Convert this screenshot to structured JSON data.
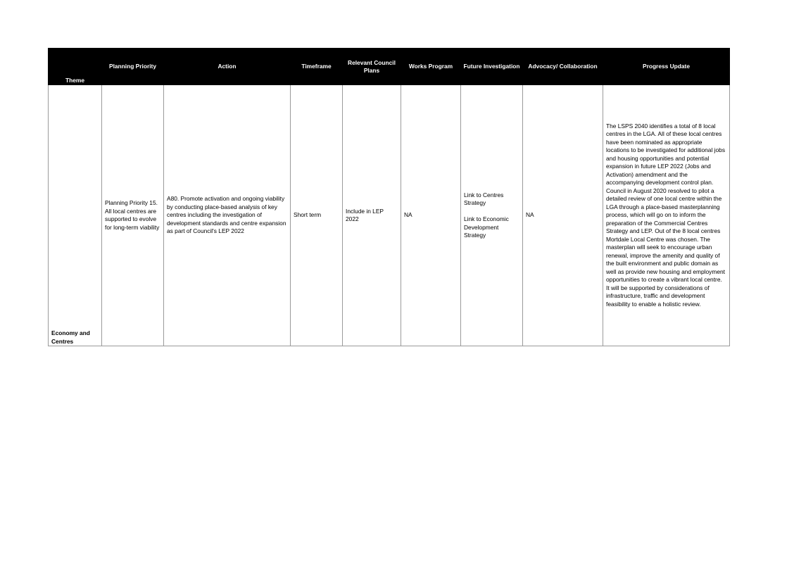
{
  "table": {
    "headers": {
      "theme": "Theme",
      "planning_priority": "Planning Priority",
      "action": "Action",
      "timeframe": "Timeframe",
      "relevant_council_plans": "Relevant Council Plans",
      "works_program": "Works Program",
      "future_investigation": "Future Investigation",
      "advocacy_collaboration": "Advocacy/ Collaboration",
      "progress_update": "Progress Update"
    },
    "rows": [
      {
        "theme": "Economy and Centres",
        "planning_priority": "Planning Priority 15. All local centres are supported to evolve for long-term viability",
        "action": "A80. Promote activation and ongoing viability by conducting place-based analysis of key centres including the investigation of development standards and centre expansion as part of Council's LEP 2022",
        "timeframe": "Short term",
        "relevant_council_plans": "Include in LEP 2022",
        "works_program": "NA",
        "future_investigation_1": "Link to Centres Strategy",
        "future_investigation_2": "Link to Economic Development Strategy",
        "advocacy_collaboration": "NA",
        "progress_update": "The LSPS 2040 identifies a total of 8 local centres in the LGA. All of these local centres have been nominated as appropriate locations to be investigated for additional jobs and housing opportunities and potential expansion in future LEP 2022 (Jobs and Activation) amendment and the accompanying development control plan. Council in August 2020 resolved to pilot a detailed review of one local centre within the LGA through a place-based masterplanning process, which will go on to inform the preparation of the Commercial Centres Strategy and LEP. Out of the 8 local centres Mortdale Local Centre was chosen. The masterplan will seek to encourage urban renewal, improve the amenity and quality of the built environment and public domain as well as provide new housing and employment opportunities to create a vibrant local centre. It will be supported by considerations of infrastructure, traffic and development feasibility to enable a holistic review."
      }
    ]
  }
}
